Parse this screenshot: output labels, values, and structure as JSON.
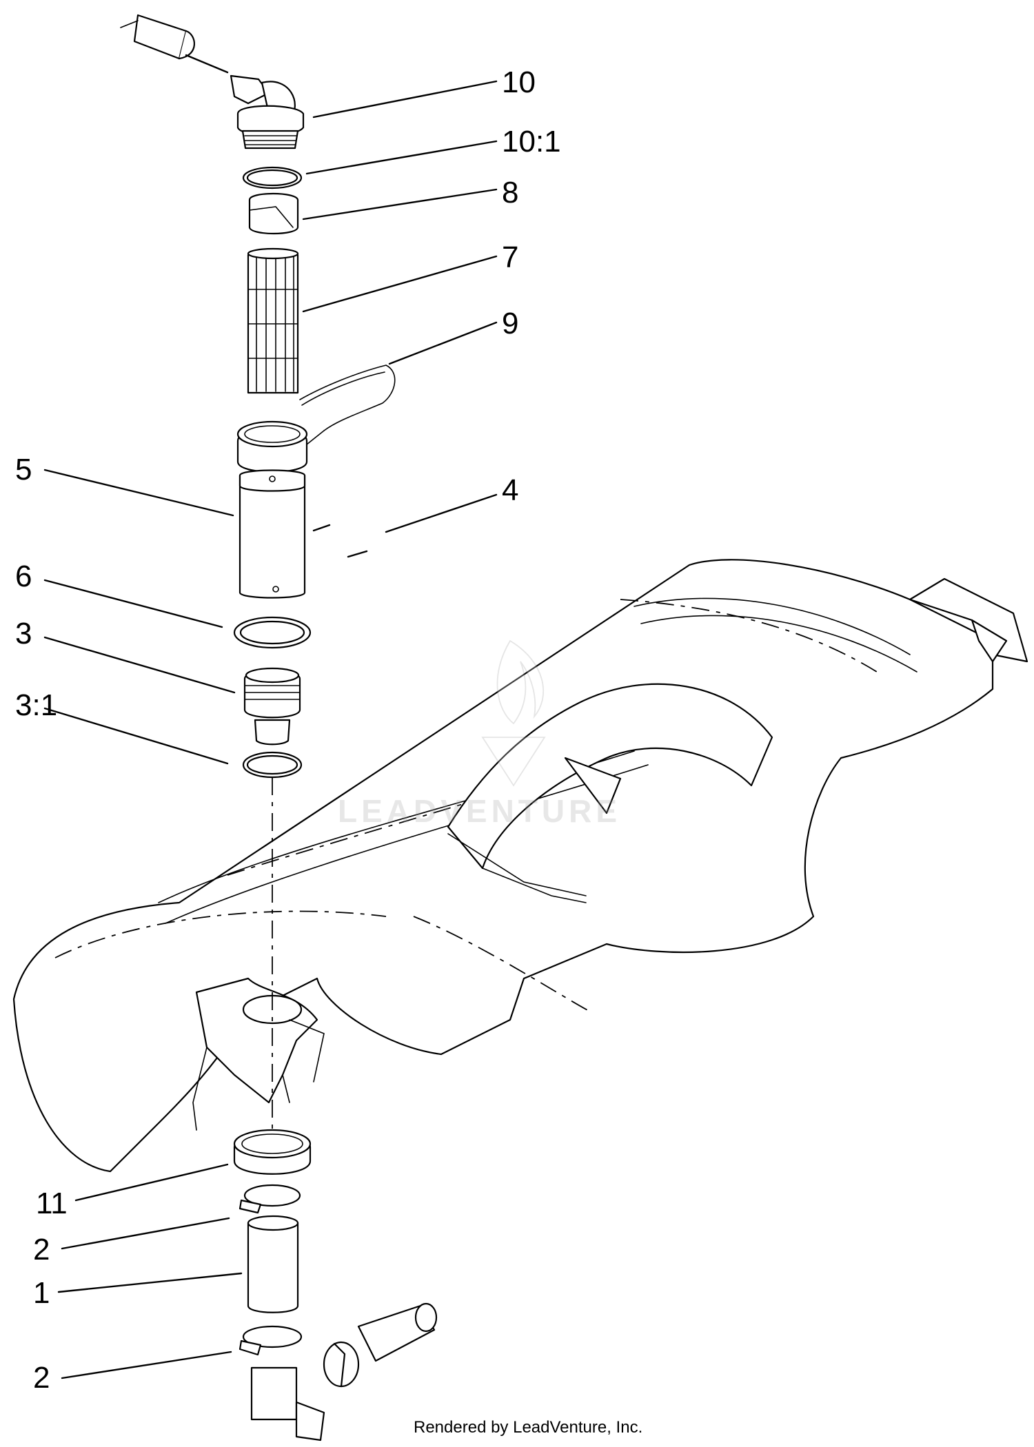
{
  "callouts": {
    "c10": "10",
    "c10_1": "10:1",
    "c8": "8",
    "c7": "7",
    "c9": "9",
    "c5": "5",
    "c4": "4",
    "c6": "6",
    "c3": "3",
    "c3_1": "3:1",
    "c11": "11",
    "c2_upper": "2",
    "c1": "1",
    "c2_lower": "2"
  },
  "watermark": "LEADVENTURE",
  "footer": "Rendered by LeadVenture, Inc."
}
